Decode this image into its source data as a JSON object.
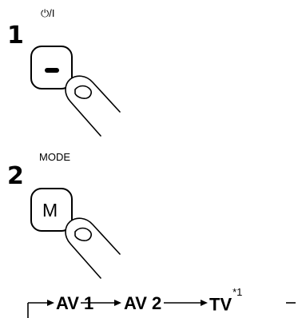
{
  "steps": [
    {
      "number": "1",
      "button_label": "⏻/I"
    },
    {
      "number": "2",
      "button_label": "MODE",
      "key_glyph": "M"
    }
  ],
  "sequence": {
    "items": [
      "AV 1",
      "AV 2",
      "TV"
    ],
    "last_footnote": "*1"
  }
}
